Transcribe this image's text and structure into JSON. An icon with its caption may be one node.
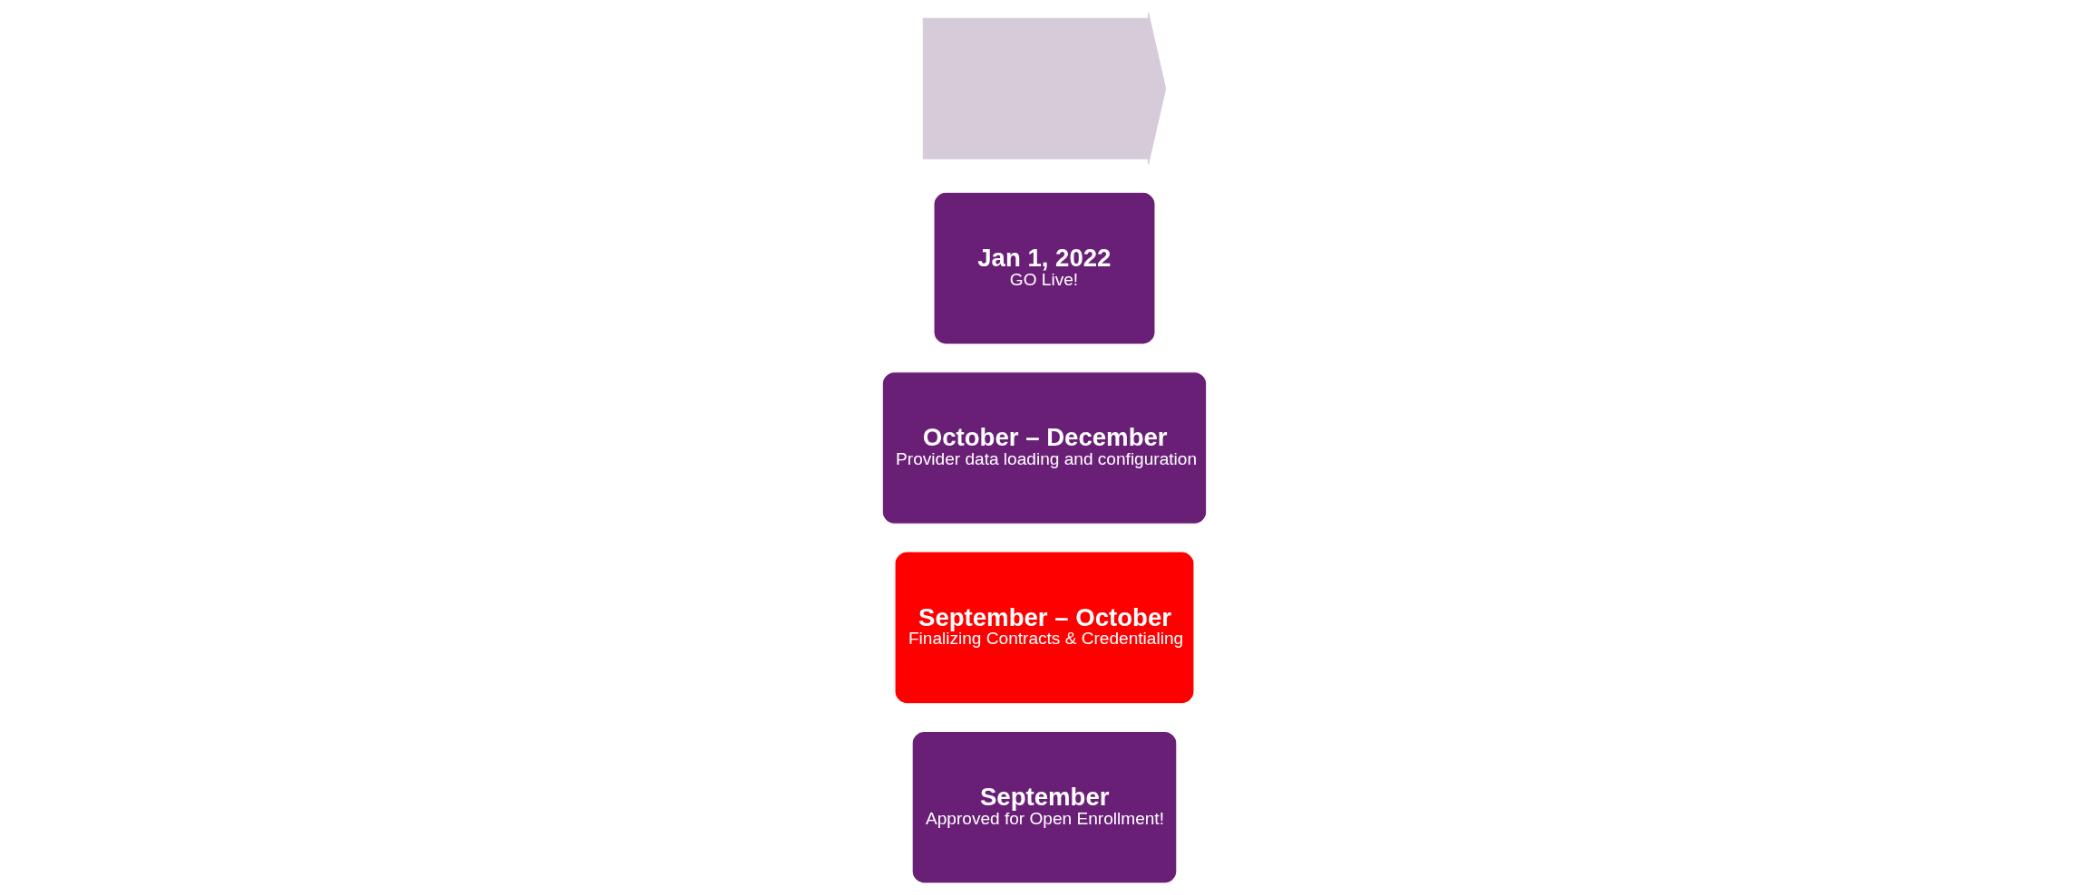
{
  "diagram": {
    "nodes": [
      {
        "text": [],
        "shape": "arrow"
      },
      {
        "text": [
          "September",
          "Approved for Open Enrollment!"
        ]
      },
      {
        "text": [
          "September – October",
          "Finalizing Contracts & Credentialing"
        ]
      },
      {
        "text": [
          "October – December",
          "Provider data loading and configuration"
        ]
      },
      {
        "text": [
          "Jan 1, 2022",
          "GO Live!"
        ]
      }
    ],
    "edges": []
  }
}
